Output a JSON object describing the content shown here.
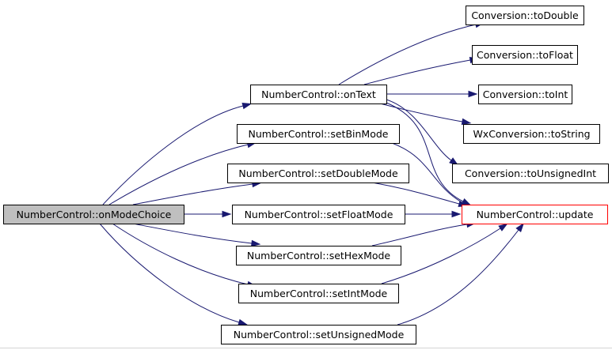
{
  "graph": {
    "colors": {
      "edge": "#191970",
      "root_fill": "#bfbfbf",
      "node_fill": "#ffffff",
      "node_border": "#000000",
      "highlight_border": "#ff0000"
    },
    "nodes": [
      {
        "id": "onModeChoice",
        "label": "NumberControl::onModeChoice",
        "style": "root"
      },
      {
        "id": "onText",
        "label": "NumberControl::onText",
        "style": "normal"
      },
      {
        "id": "setBinMode",
        "label": "NumberControl::setBinMode",
        "style": "normal"
      },
      {
        "id": "setDoubleMode",
        "label": "NumberControl::setDoubleMode",
        "style": "normal"
      },
      {
        "id": "setFloatMode",
        "label": "NumberControl::setFloatMode",
        "style": "normal"
      },
      {
        "id": "setHexMode",
        "label": "NumberControl::setHexMode",
        "style": "normal"
      },
      {
        "id": "setIntMode",
        "label": "NumberControl::setIntMode",
        "style": "normal"
      },
      {
        "id": "setUnsignedMode",
        "label": "NumberControl::setUnsignedMode",
        "style": "normal"
      },
      {
        "id": "toDouble",
        "label": "Conversion::toDouble",
        "style": "normal"
      },
      {
        "id": "toFloat",
        "label": "Conversion::toFloat",
        "style": "normal"
      },
      {
        "id": "toInt",
        "label": "Conversion::toInt",
        "style": "normal"
      },
      {
        "id": "toString",
        "label": "WxConversion::toString",
        "style": "normal"
      },
      {
        "id": "toUnsignedInt",
        "label": "Conversion::toUnsignedInt",
        "style": "normal"
      },
      {
        "id": "update",
        "label": "NumberControl::update",
        "style": "highlight"
      }
    ],
    "edges": [
      {
        "from": "onModeChoice",
        "to": "onText"
      },
      {
        "from": "onModeChoice",
        "to": "setBinMode"
      },
      {
        "from": "onModeChoice",
        "to": "setDoubleMode"
      },
      {
        "from": "onModeChoice",
        "to": "setFloatMode"
      },
      {
        "from": "onModeChoice",
        "to": "setHexMode"
      },
      {
        "from": "onModeChoice",
        "to": "setIntMode"
      },
      {
        "from": "onModeChoice",
        "to": "setUnsignedMode"
      },
      {
        "from": "onText",
        "to": "toDouble"
      },
      {
        "from": "onText",
        "to": "toFloat"
      },
      {
        "from": "onText",
        "to": "toInt"
      },
      {
        "from": "onText",
        "to": "toString"
      },
      {
        "from": "onText",
        "to": "toUnsignedInt"
      },
      {
        "from": "onText",
        "to": "update"
      },
      {
        "from": "setBinMode",
        "to": "update"
      },
      {
        "from": "setDoubleMode",
        "to": "update"
      },
      {
        "from": "setFloatMode",
        "to": "update"
      },
      {
        "from": "setHexMode",
        "to": "update"
      },
      {
        "from": "setIntMode",
        "to": "update"
      },
      {
        "from": "setUnsignedMode",
        "to": "update"
      }
    ]
  }
}
